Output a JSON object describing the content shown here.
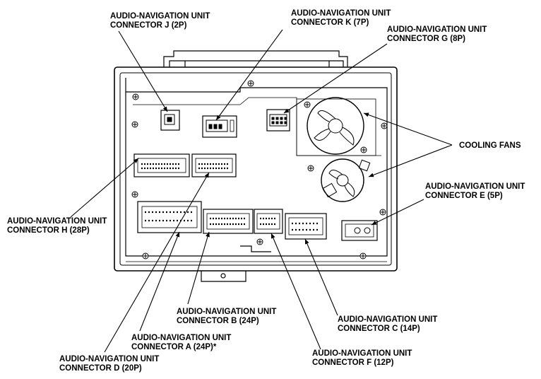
{
  "callouts": {
    "conn_j": {
      "line1": "AUDIO-NAVIGATION UNIT",
      "line2": "CONNECTOR J (2P)"
    },
    "conn_k": {
      "line1": "AUDIO-NAVIGATION UNIT",
      "line2": "CONNECTOR K (7P)"
    },
    "conn_g": {
      "line1": "AUDIO-NAVIGATION UNIT",
      "line2": "CONNECTOR G (8P)"
    },
    "cooling_fans": {
      "line1": "COOLING FANS"
    },
    "conn_e": {
      "line1": "AUDIO-NAVIGATION UNIT",
      "line2": "CONNECTOR E (5P)"
    },
    "conn_h": {
      "line1": "AUDIO-NAVIGATION UNIT",
      "line2": "CONNECTOR H (28P)"
    },
    "conn_b": {
      "line1": "AUDIO-NAVIGATION UNIT",
      "line2": "CONNECTOR B (24P)"
    },
    "conn_c": {
      "line1": "AUDIO-NAVIGATION UNIT",
      "line2": "CONNECTOR C (14P)"
    },
    "conn_a": {
      "line1": "AUDIO-NAVIGATION UNIT",
      "line2": "CONNECTOR A (24P)*"
    },
    "conn_f": {
      "line1": "AUDIO-NAVIGATION UNIT",
      "line2": "CONNECTOR F (12P)"
    },
    "conn_d": {
      "line1": "AUDIO-NAVIGATION UNIT",
      "line2": "CONNECTOR D (20P)"
    }
  }
}
